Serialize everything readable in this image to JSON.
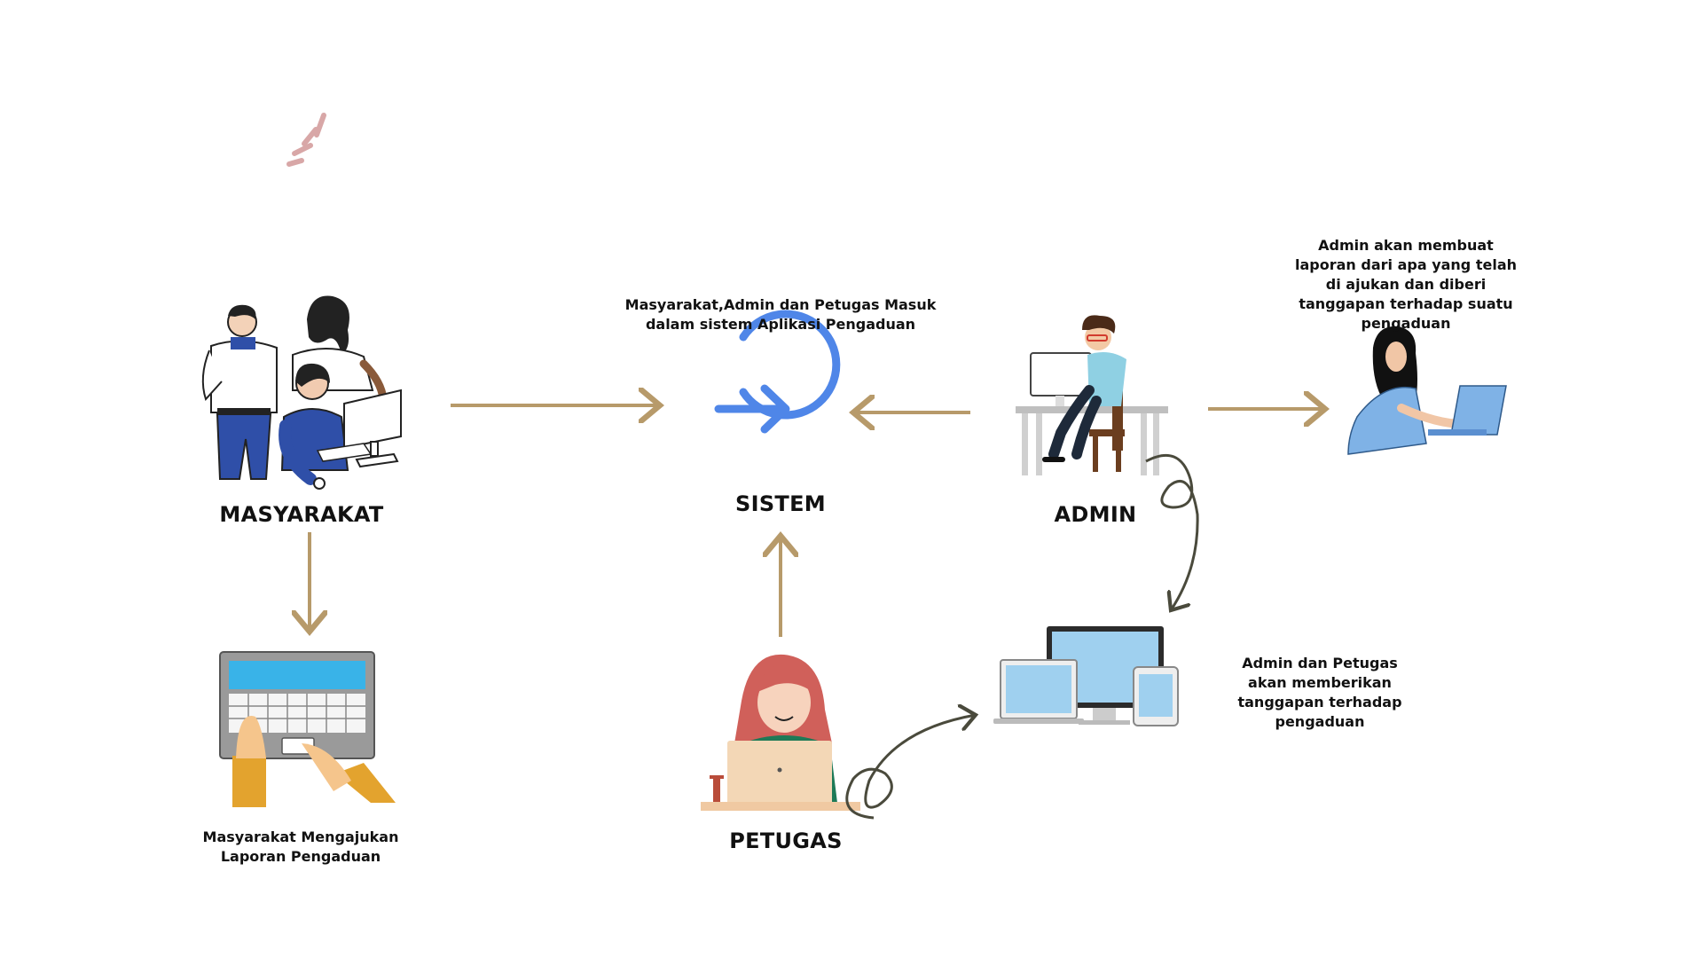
{
  "diagram": {
    "nodes": {
      "masyarakat": {
        "label": "MASYARAKAT"
      },
      "sistem": {
        "label": "SISTEM"
      },
      "admin": {
        "label": "ADMIN"
      },
      "petugas": {
        "label": "PETUGAS"
      }
    },
    "captions": {
      "login": "Masyarakat,Admin dan Petugas Masuk dalam sistem Aplikasi Pengaduan",
      "report": "Admin akan membuat laporan dari apa yang telah di ajukan dan diberi tanggapan terhadap suatu pengaduan",
      "submit": "Masyarakat Mengajukan Laporan Pengaduan",
      "response": "Admin  dan Petugas akan memberikan tanggapan terhadap pengaduan"
    },
    "colors": {
      "arrow": "#b79a6a",
      "curve_arrow": "#4a4a3c",
      "sistem_icon": "#4f86e8",
      "accent_pink": "#d8a7a7"
    }
  }
}
